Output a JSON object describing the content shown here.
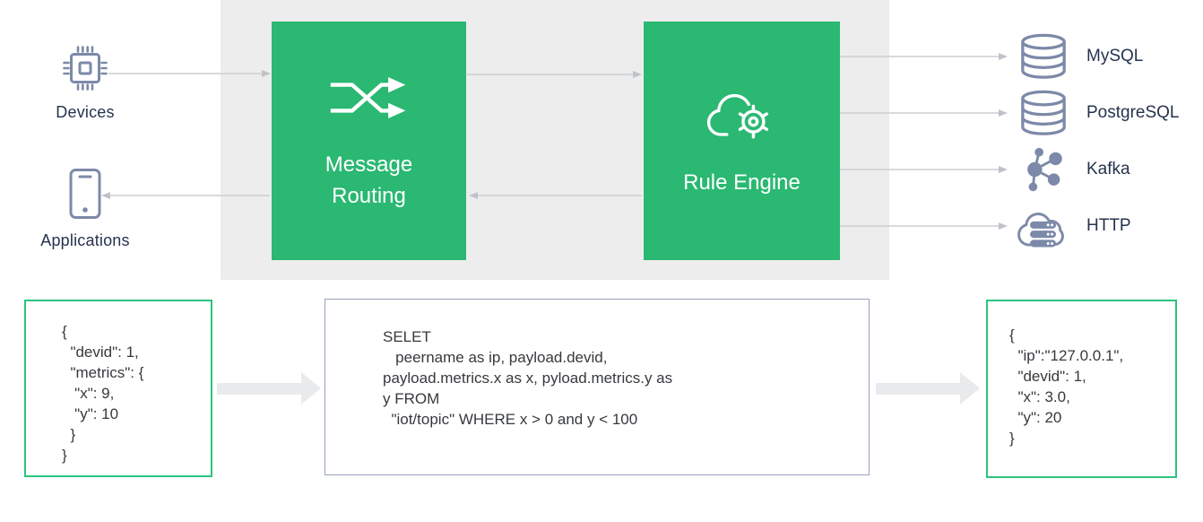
{
  "colors": {
    "green": "#2AB872",
    "band": "#EDEDEE",
    "slate": "#7C89A8",
    "label": "#26334E",
    "code": "#36393D",
    "border_green": "#2BC47E",
    "border_slate": "#98A1BB",
    "arrow_line": "#CBCED2",
    "arrow_head": "#BFC3C8",
    "thick_arrow": "#E9EAEC"
  },
  "flow": {
    "sources": {
      "devices_label": "Devices",
      "applications_label": "Applications"
    },
    "stages": {
      "message_routing_label": "Message Routing",
      "rule_engine_label": "Rule Engine"
    },
    "sinks": [
      {
        "label": "MySQL",
        "icon": "database-icon"
      },
      {
        "label": "PostgreSQL",
        "icon": "database-icon"
      },
      {
        "label": "Kafka",
        "icon": "kafka-icon"
      },
      {
        "label": "HTTP",
        "icon": "http-cloud-icon"
      }
    ]
  },
  "code_blocks": {
    "input_json": "{\n  \"devid\": 1,\n  \"metrics\": {\n   \"x\": 9,\n   \"y\": 10\n  }\n}",
    "rule_sql": "SELET\n   peername as ip, payload.devid,\npayload.metrics.x as x, pyload.metrics.y as\ny FROM\n  \"iot/topic\" WHERE x > 0 and y < 100",
    "output_json": "{\n  \"ip\":\"127.0.0.1\",\n  \"devid\": 1,\n  \"x\": 3.0,\n  \"y\": 20\n}"
  }
}
